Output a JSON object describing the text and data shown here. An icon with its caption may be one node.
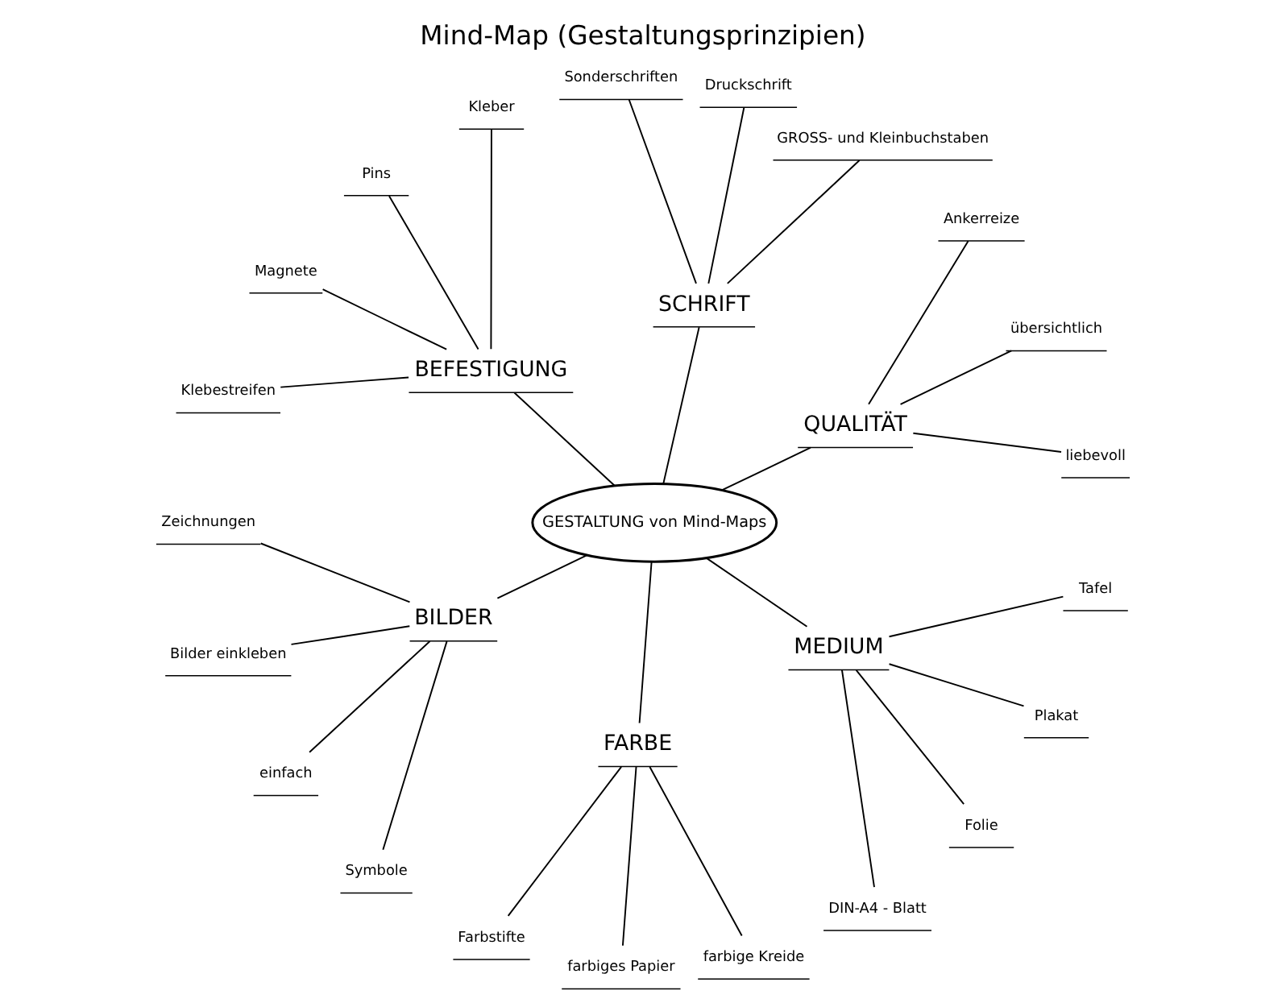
{
  "diagram": {
    "title": "Mind-Map (Gestaltungsprinzipien)",
    "nodes": [
      {
        "text": [
          "GESTALTUNG von Mind-Maps"
        ]
      },
      {
        "text": [
          "QUALITÄT"
        ]
      },
      {
        "text": [
          "liebevoll"
        ]
      },
      {
        "text": [
          "übersichtlich"
        ]
      },
      {
        "text": [
          "Ankerreize"
        ]
      },
      {
        "text": [
          "SCHRIFT"
        ]
      },
      {
        "text": [
          "GROSS- und Kleinbuchstaben"
        ]
      },
      {
        "text": [
          "Druckschrift"
        ]
      },
      {
        "text": [
          "Sonderschriften"
        ]
      },
      {
        "text": [
          "BEFESTIGUNG"
        ]
      },
      {
        "text": [
          "Kleber"
        ]
      },
      {
        "text": [
          "Pins"
        ]
      },
      {
        "text": [
          "Magnete"
        ]
      },
      {
        "text": [
          "Klebestreifen"
        ]
      },
      {
        "text": [
          "BILDER"
        ]
      },
      {
        "text": [
          "Zeichnungen"
        ]
      },
      {
        "text": [
          "Bilder einkleben"
        ]
      },
      {
        "text": [
          "einfach"
        ]
      },
      {
        "text": [
          "Symbole"
        ]
      },
      {
        "text": [
          "FARBE"
        ]
      },
      {
        "text": [
          "Farbstifte"
        ]
      },
      {
        "text": [
          "farbiges Papier"
        ]
      },
      {
        "text": [
          "farbige Kreide"
        ]
      },
      {
        "text": [
          "MEDIUM"
        ]
      },
      {
        "text": [
          "DIN-A4 - Blatt"
        ]
      },
      {
        "text": [
          "Folie"
        ]
      },
      {
        "text": [
          "Plakat"
        ]
      },
      {
        "text": [
          "Tafel"
        ]
      }
    ],
    "edges": [
      {
        "from": 0,
        "to": 1,
        "arrow": "none"
      },
      {
        "from": 1,
        "to": 2,
        "arrow": "none"
      },
      {
        "from": 1,
        "to": 3,
        "arrow": "none"
      },
      {
        "from": 1,
        "to": 4,
        "arrow": "none"
      },
      {
        "from": 0,
        "to": 5,
        "arrow": "none"
      },
      {
        "from": 5,
        "to": 6,
        "arrow": "none"
      },
      {
        "from": 5,
        "to": 7,
        "arrow": "none"
      },
      {
        "from": 5,
        "to": 8,
        "arrow": "none"
      },
      {
        "from": 0,
        "to": 9,
        "arrow": "none"
      },
      {
        "from": 9,
        "to": 10,
        "arrow": "none"
      },
      {
        "from": 9,
        "to": 11,
        "arrow": "none"
      },
      {
        "from": 9,
        "to": 12,
        "arrow": "none"
      },
      {
        "from": 9,
        "to": 13,
        "arrow": "none"
      },
      {
        "from": 0,
        "to": 14,
        "arrow": "none"
      },
      {
        "from": 14,
        "to": 15,
        "arrow": "none"
      },
      {
        "from": 14,
        "to": 16,
        "arrow": "none"
      },
      {
        "from": 14,
        "to": 17,
        "arrow": "none"
      },
      {
        "from": 14,
        "to": 18,
        "arrow": "none"
      },
      {
        "from": 0,
        "to": 19,
        "arrow": "none"
      },
      {
        "from": 19,
        "to": 20,
        "arrow": "none"
      },
      {
        "from": 19,
        "to": 21,
        "arrow": "none"
      },
      {
        "from": 19,
        "to": 22,
        "arrow": "none"
      },
      {
        "from": 0,
        "to": 23,
        "arrow": "none"
      },
      {
        "from": 23,
        "to": 24,
        "arrow": "none"
      },
      {
        "from": 23,
        "to": 25,
        "arrow": "none"
      },
      {
        "from": 23,
        "to": 26,
        "arrow": "none"
      },
      {
        "from": 23,
        "to": 27,
        "arrow": "none"
      }
    ]
  }
}
